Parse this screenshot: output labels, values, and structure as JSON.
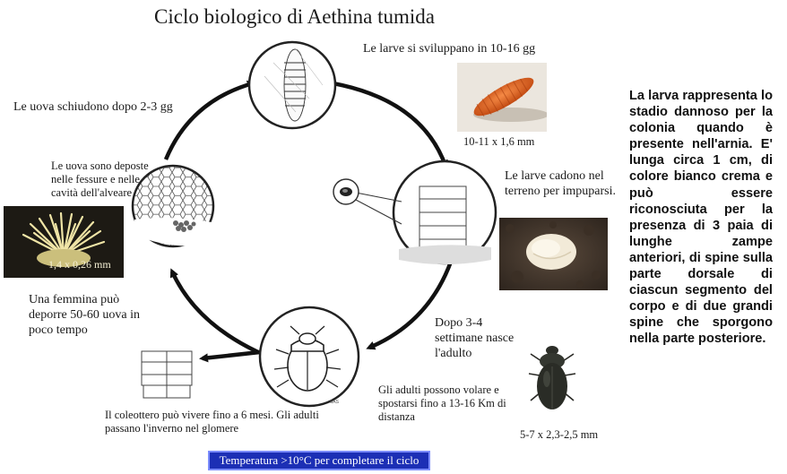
{
  "title": "Ciclo biologico di Aethina tumida",
  "labels": {
    "larvae_develop": "Le larve si sviluppano in 10-16 gg",
    "larva_size": "10-11 x 1,6 mm",
    "eggs_hatch": "Le uova schiudono dopo 2-3 gg",
    "eggs_laid": "Le uova sono deposte nelle fessure e nelle cavità dell'alveare",
    "egg_size": "1,4 x 0,26 mm",
    "larvae_fall": "Le larve cadono nel terreno per impuparsi.",
    "female_eggs": "Una femmina può deporre 50-60 uova in poco tempo",
    "adult_emerges": "Dopo 3-4 settimane nasce l'adulto",
    "adults_fly": "Gli adulti possono volare e spostarsi fino a 13-16 Km di distanza",
    "beetle_lifespan": "Il coleottero può vivere fino a 6 mesi. Gli adulti passano l'inverno nel glomere",
    "adult_size": "5-7 x 2,3-2,5 mm",
    "temperature": "Temperatura >10°C per completare il ciclo"
  },
  "description": "La larva rappresenta lo stadio dannoso per la colonia quando è presente nell'arnia. E' lunga circa 1 cm, di colore bianco crema e può essere riconosciuta per la presenza di 3 paia di lunghe zampe anteriori, di spine sulla parte dorsale di ciascun segmento del corpo e di due grandi spine che sporgono nella parte posteriore.",
  "colors": {
    "temp_box_bg": "#1c2fb5",
    "larva_photo": "#e0631f",
    "cycle_arrows": "#111111"
  }
}
